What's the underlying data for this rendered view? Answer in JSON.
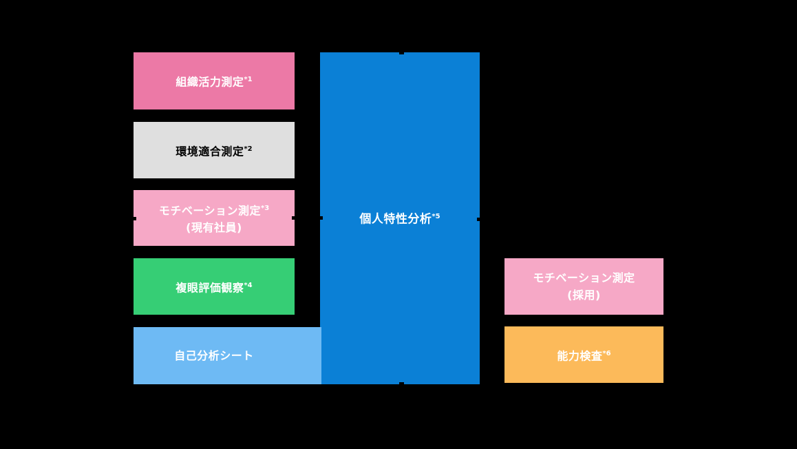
{
  "diagram": {
    "background_color": "#000000",
    "connector_color": "#000000",
    "boxes": [
      {
        "id": "org-vitality",
        "label": "組織活力測定",
        "sup": "*1",
        "label2": "",
        "color": "#EC79A6",
        "text_color": "#FFFFFF"
      },
      {
        "id": "env-fit",
        "label": "環境適合測定",
        "sup": "*2",
        "label2": "",
        "color": "#DFDFDF",
        "text_color": "#000000"
      },
      {
        "id": "motivation-current",
        "label": "モチベーション測定",
        "sup": "*3",
        "label2": "(現有社員)",
        "color": "#F6A8C6",
        "text_color": "#FFFFFF"
      },
      {
        "id": "multi-eval",
        "label": "複眼評価観察",
        "sup": "*4",
        "label2": "",
        "color": "#36CE75",
        "text_color": "#FFFFFF"
      },
      {
        "id": "self-analysis",
        "label": "自己分析シート",
        "sup": "",
        "label2": "",
        "color": "#6EBAF4",
        "text_color": "#FFFFFF"
      },
      {
        "id": "personal-traits",
        "label": "個人特性分析",
        "sup": "*5",
        "label2": "",
        "color": "#0B80D6",
        "text_color": "#FFFFFF"
      },
      {
        "id": "motivation-recruit",
        "label": "モチベーション測定",
        "sup": "",
        "label2": "(採用)",
        "color": "#F6A8C6",
        "text_color": "#FFFFFF"
      },
      {
        "id": "ability-test",
        "label": "能力検査",
        "sup": "*6",
        "label2": "",
        "color": "#FCBA5A",
        "text_color": "#FFFFFF"
      }
    ]
  }
}
